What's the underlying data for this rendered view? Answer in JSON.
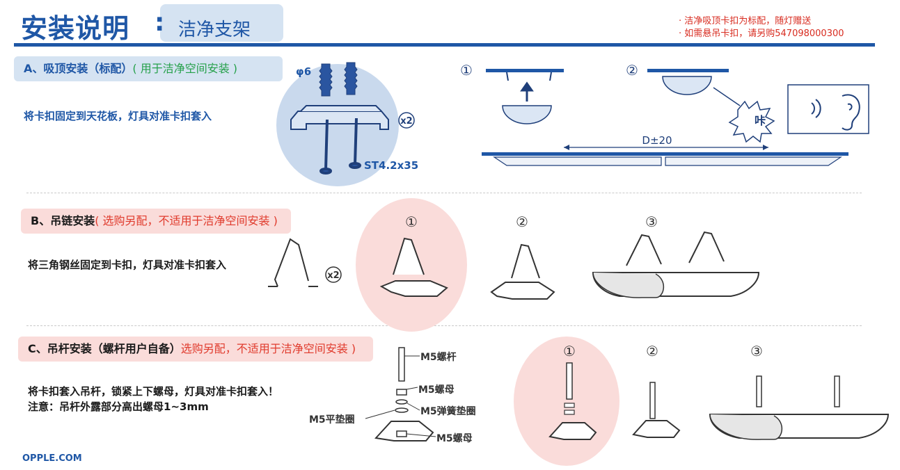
{
  "header": {
    "title": "安装说明",
    "colon": ":",
    "subtitle": "洁净支架",
    "notes": [
      "· 洁净吸顶卡扣为标配，随灯赠送",
      "· 如需悬吊卡扣，请另购547098000300"
    ]
  },
  "sections": {
    "a": {
      "label": "A、吸顶安装（标配）",
      "note": "( 用于洁净空间安装 )",
      "instruction": "将卡扣固定到天花板，灯具对准卡扣套入",
      "parts": {
        "anchor": "φ6",
        "qty": "x2",
        "screw": "ST4.2x35"
      },
      "steps": [
        "①",
        "②"
      ],
      "sound": "咔",
      "distance": "D±20"
    },
    "b": {
      "label": "B、吊链安装",
      "note": "( 选购另配，不适用于洁净空间安装 )",
      "instruction": "将三角钢丝固定到卡扣，灯具对准卡扣套入",
      "qty": "x2",
      "steps": [
        "①",
        "②",
        "③"
      ]
    },
    "c": {
      "label": "C、吊杆安装（螺杆用户自备）",
      "note": "选购另配，不适用于洁净空间安装 )",
      "instruction": [
        "将卡扣套入吊杆，锁紧上下螺母，灯具对准卡扣套入！",
        "注意：吊杆外露部分高出螺母1~3mm"
      ],
      "parts": [
        "M5螺杆",
        "M5螺母",
        "M5弹簧垫圈",
        "M5平垫圈",
        "M5螺母"
      ],
      "steps": [
        "①",
        "②",
        "③"
      ]
    }
  },
  "footer": {
    "brand": "OPPLE.COM"
  },
  "colors": {
    "brand_blue": "#1f57a6",
    "red": "#d82b1f",
    "green": "#25a04a",
    "light_blue": "#d5e3f2",
    "light_pink": "#fadcda"
  }
}
